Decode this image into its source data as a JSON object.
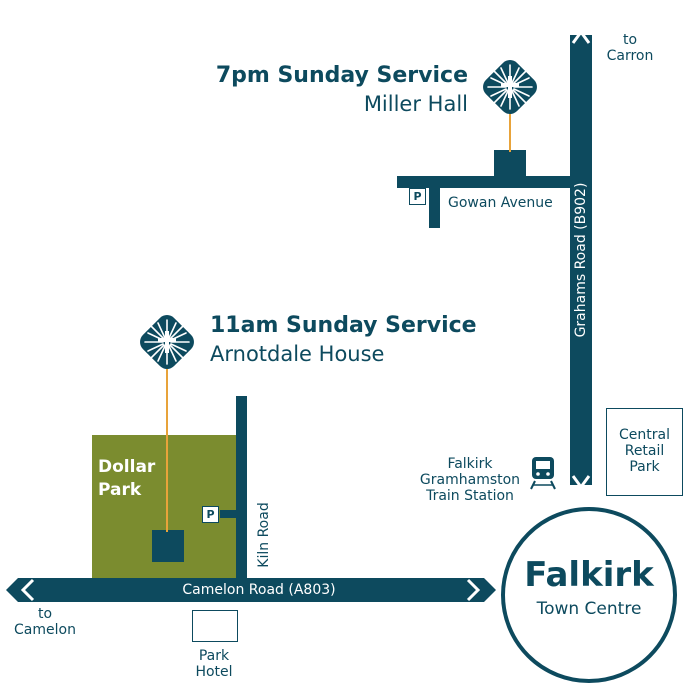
{
  "services": [
    {
      "title": "7pm Sunday Service",
      "venue": "Miller Hall"
    },
    {
      "title": "11am Sunday Service",
      "venue": "Arnotdale House"
    }
  ],
  "roads": {
    "grahams_road": "Grahams Road (B902)",
    "gowan_avenue": "Gowan Avenue",
    "kiln_road": "Kiln Road",
    "camelon_road": "Camelon Road (A803)"
  },
  "destinations": {
    "to_carron": [
      "to",
      "Carron"
    ],
    "to_camelon": [
      "to",
      "Camelon"
    ]
  },
  "places": {
    "dollar_park": [
      "Dollar",
      "Park"
    ],
    "park_hotel": [
      "Park",
      "Hotel"
    ],
    "central_retail_park": [
      "Central",
      "Retail",
      "Park"
    ],
    "train_station": [
      "Falkirk",
      "Gramhamston",
      "Train Station"
    ]
  },
  "town": {
    "name": "Falkirk",
    "subtitle": "Town Centre"
  },
  "parking_label": "P",
  "icons": {
    "church": "cross-emblem-icon",
    "train": "train-icon",
    "parking": "parking-icon",
    "arrow": "chevron-arrow-icon"
  },
  "colors": {
    "road": "#0d4a5e",
    "park": "#7b8c2f",
    "pin": "#e8a33a",
    "background": "#ffffff"
  }
}
